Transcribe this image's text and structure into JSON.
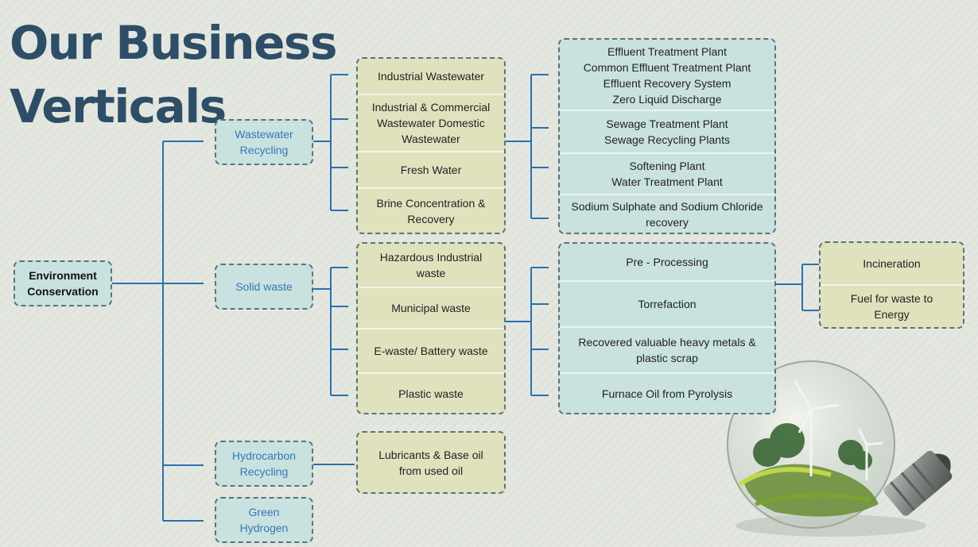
{
  "title": {
    "line1": "Our Business",
    "line2": "Verticals"
  },
  "root": "Environment\nConservation",
  "categories": {
    "wastewater": "Wastewater\nRecycling",
    "solid": "Solid waste",
    "hydrocarbon": "Hydrocarbon\nRecycling",
    "green": "Green\nHydrogen"
  },
  "wastewater_sources": [
    "Industrial Wastewater",
    "Industrial & Commercial\nWastewater Domestic\nWastewater",
    "Fresh Water",
    "Brine Concentration &\nRecovery"
  ],
  "wastewater_solutions": [
    "Effluent Treatment Plant\nCommon Effluent Treatment Plant\nEffluent Recovery System\nZero Liquid Discharge",
    "Sewage Treatment Plant\nSewage Recycling Plants",
    "Softening Plant\nWater Treatment Plant",
    "Sodium Sulphate and Sodium Chloride\nrecovery"
  ],
  "solid_sources": [
    "Hazardous Industrial\nwaste",
    "Municipal waste",
    "E-waste/ Battery waste",
    "Plastic waste"
  ],
  "solid_solutions": [
    "Pre - Processing",
    "Torrefaction",
    "Recovered valuable heavy metals &\nplastic scrap",
    "Furnace Oil from Pyrolysis"
  ],
  "energy_outputs": [
    "Incineration",
    "Fuel for waste to\nEnergy"
  ],
  "hydrocarbon_product": "Lubricants & Base oil\nfrom used oil",
  "colors": {
    "title": "#2e4d67",
    "line": "#2c6fb0",
    "teal": "#c9e2df",
    "olive": "#e0e2be",
    "category_text": "#2f79b9"
  }
}
